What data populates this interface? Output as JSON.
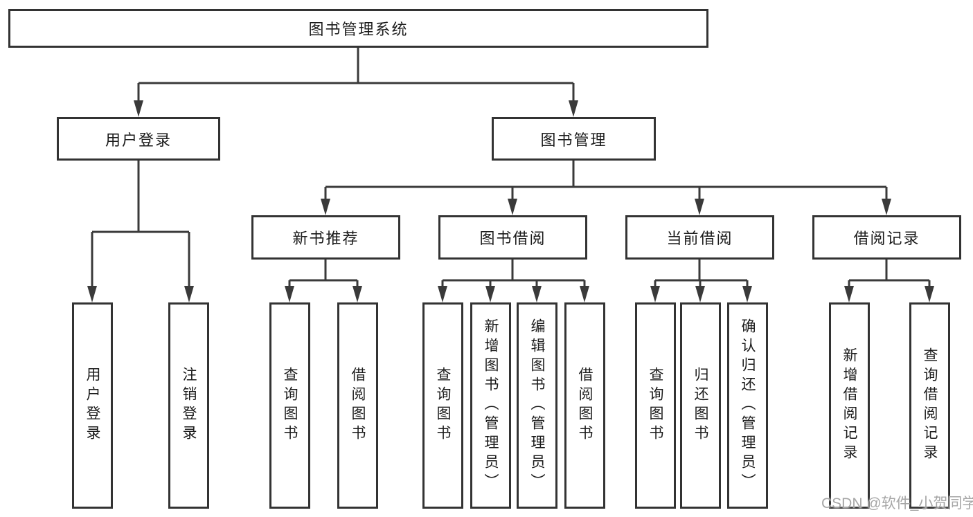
{
  "diagram": {
    "root": {
      "label": "图书管理系统"
    },
    "branches": [
      {
        "label": "用户登录",
        "children": [
          {
            "label": "用户登录"
          },
          {
            "label": "注销登录"
          }
        ]
      },
      {
        "label": "图书管理",
        "groups": [
          {
            "label": "新书推荐",
            "children": [
              {
                "label": "查询图书"
              },
              {
                "label": "借阅图书"
              }
            ]
          },
          {
            "label": "图书借阅",
            "children": [
              {
                "label": "查询图书"
              },
              {
                "label": "新增图书（管理员）"
              },
              {
                "label": "编辑图书（管理员）"
              },
              {
                "label": "借阅图书"
              }
            ]
          },
          {
            "label": "当前借阅",
            "children": [
              {
                "label": "查询图书"
              },
              {
                "label": "归还图书"
              },
              {
                "label": "确认归还（管理员）"
              }
            ]
          },
          {
            "label": "借阅记录",
            "children": [
              {
                "label": "新增借阅记录"
              },
              {
                "label": "查询借阅记录"
              }
            ]
          }
        ]
      }
    ]
  },
  "colors": {
    "line": "#3a3a3a",
    "border": "#333333",
    "text": "#1b1b1b",
    "watermark": "#a6a6a6",
    "background": "#ffffff"
  },
  "watermark": {
    "text": "CSDN @软件_小贺同学"
  }
}
